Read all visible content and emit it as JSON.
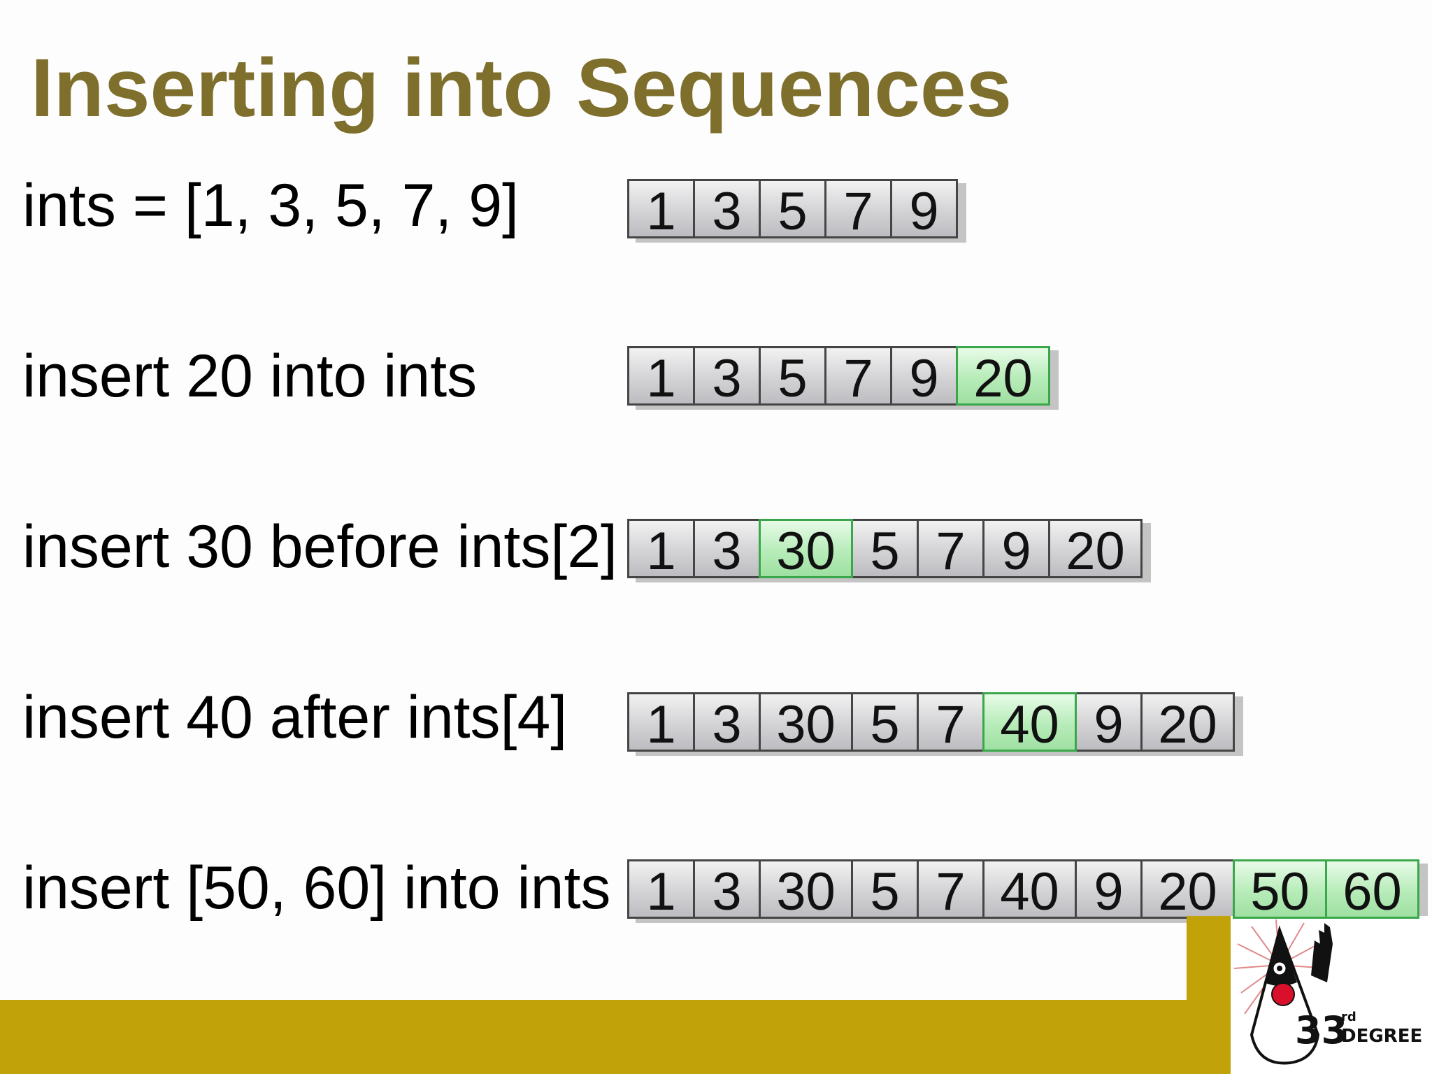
{
  "title": "Inserting into Sequences",
  "rows": [
    {
      "label": "ints = [1, 3, 5, 7, 9]",
      "cells": [
        {
          "value": "1",
          "new": false
        },
        {
          "value": "3",
          "new": false
        },
        {
          "value": "5",
          "new": false
        },
        {
          "value": "7",
          "new": false
        },
        {
          "value": "9",
          "new": false
        }
      ]
    },
    {
      "label": "insert 20 into ints",
      "cells": [
        {
          "value": "1",
          "new": false
        },
        {
          "value": "3",
          "new": false
        },
        {
          "value": "5",
          "new": false
        },
        {
          "value": "7",
          "new": false
        },
        {
          "value": "9",
          "new": false
        },
        {
          "value": "20",
          "new": true
        }
      ]
    },
    {
      "label": "insert 30 before ints[2]",
      "cells": [
        {
          "value": "1",
          "new": false
        },
        {
          "value": "3",
          "new": false
        },
        {
          "value": "30",
          "new": true
        },
        {
          "value": "5",
          "new": false
        },
        {
          "value": "7",
          "new": false
        },
        {
          "value": "9",
          "new": false
        },
        {
          "value": "20",
          "new": false
        }
      ]
    },
    {
      "label": "insert 40 after ints[4]",
      "cells": [
        {
          "value": "1",
          "new": false
        },
        {
          "value": "3",
          "new": false
        },
        {
          "value": "30",
          "new": false
        },
        {
          "value": "5",
          "new": false
        },
        {
          "value": "7",
          "new": false
        },
        {
          "value": "40",
          "new": true
        },
        {
          "value": "9",
          "new": false
        },
        {
          "value": "20",
          "new": false
        }
      ]
    },
    {
      "label": "insert [50, 60] into ints",
      "cells": [
        {
          "value": "1",
          "new": false
        },
        {
          "value": "3",
          "new": false
        },
        {
          "value": "30",
          "new": false
        },
        {
          "value": "5",
          "new": false
        },
        {
          "value": "7",
          "new": false
        },
        {
          "value": "40",
          "new": false
        },
        {
          "value": "9",
          "new": false
        },
        {
          "value": "20",
          "new": false
        },
        {
          "value": "50",
          "new": true
        },
        {
          "value": "60",
          "new": true
        }
      ]
    }
  ],
  "logo": {
    "number": "33",
    "superscript": "rd",
    "word": "DEGREE"
  },
  "colors": {
    "title": "#7f6f2c",
    "band": "#c1a208",
    "cell_border": "#454545",
    "new_cell_border": "#3aa74a"
  }
}
